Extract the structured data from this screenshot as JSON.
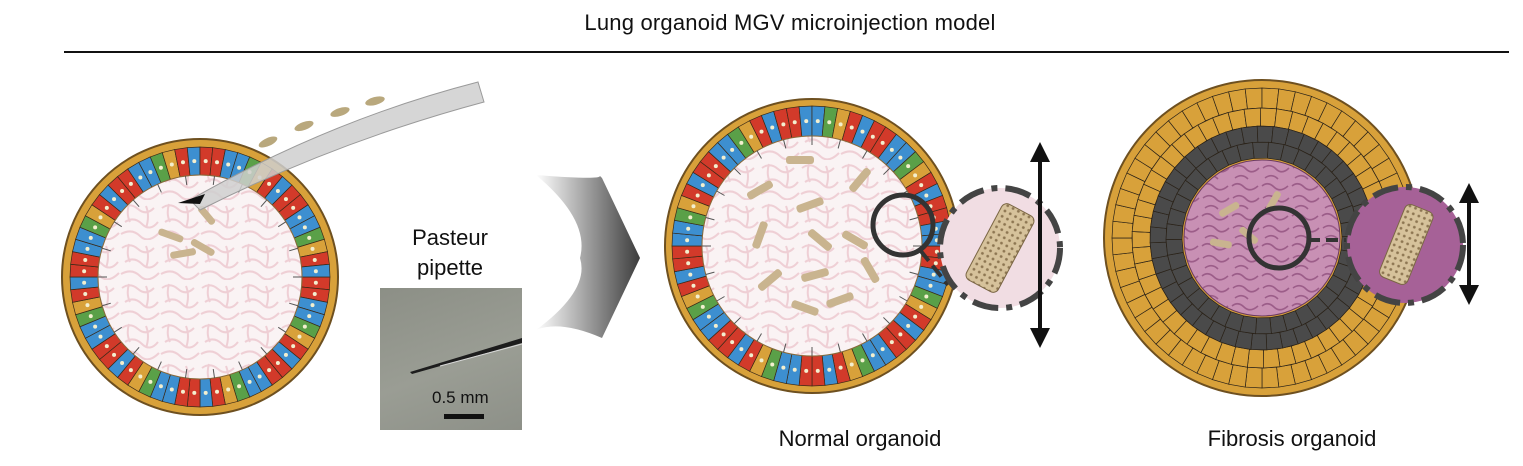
{
  "title": "Lung organoid MGV microinjection model",
  "labels": {
    "pipette_line1": "Pasteur",
    "pipette_line2": "pipette",
    "normal": "Normal organoid",
    "fibrosis": "Fibrosis organoid"
  },
  "scale_bar": {
    "text": "0.5 mm"
  },
  "colors": {
    "cell_red": "#d23a2a",
    "cell_blue": "#3d8fd0",
    "cell_green": "#5aa048",
    "cell_orange": "#d8a13a",
    "cell_dark": "#4a4a4a",
    "lumen": "#f6e8ea",
    "gel_pink": "#ecc9cf",
    "fibrosis_pink": "#c58ab0",
    "zoom_fill_normal": "#f1dde3",
    "zoom_fill_fibrosis": "#a66197",
    "particle": "#c9b48f"
  },
  "icons": [
    "pipette-icon",
    "arrow-icon",
    "double-arrow-icon",
    "magnifier-circle-icon"
  ]
}
